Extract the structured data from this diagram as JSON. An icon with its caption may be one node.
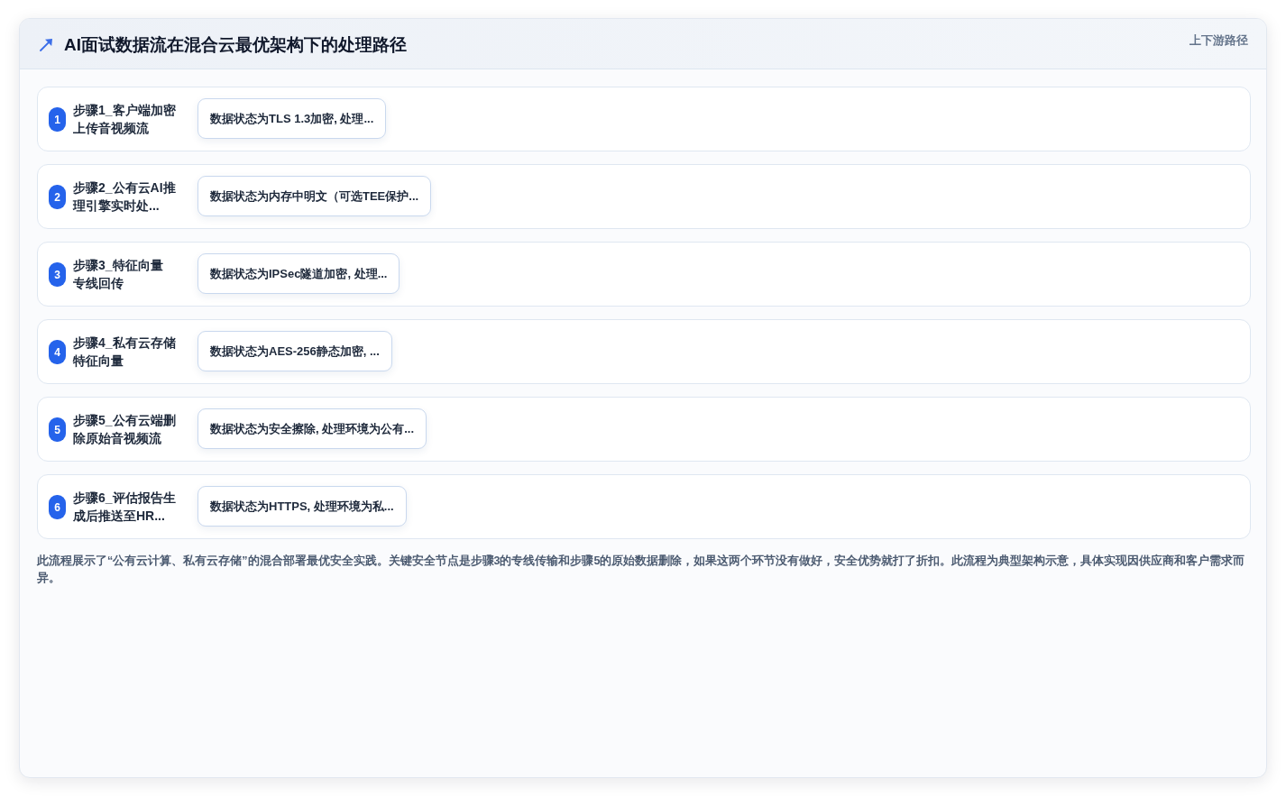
{
  "diagram": {
    "title": "AI面试数据流在混合云最优架构下的处理路径",
    "nodes": [
      {
        "text": [
          "步骤1_客户端加密上传音视频流"
        ]
      },
      {
        "text": [
          "1"
        ],
        "in": 0
      },
      {
        "text": [
          "数据状态为TLS 1.3加密, 处理..."
        ],
        "in": 0
      },
      {
        "text": [
          "步骤2_公有云AI推理引擎实时处..."
        ]
      },
      {
        "text": [
          "2"
        ],
        "in": 3
      },
      {
        "text": [
          "数据状态为内存中明文（可选TEE保护..."
        ],
        "in": 3
      },
      {
        "text": [
          "步骤3_特征向量专线回传"
        ]
      },
      {
        "text": [
          "3"
        ],
        "in": 6
      },
      {
        "text": [
          "数据状态为IPSec隧道加密, 处理..."
        ],
        "in": 6
      },
      {
        "text": [
          "步骤4_私有云存储特征向量"
        ]
      },
      {
        "text": [
          "4"
        ],
        "in": 9
      },
      {
        "text": [
          "数据状态为AES-256静态加密, ..."
        ],
        "in": 9
      },
      {
        "text": [
          "步骤5_公有云端删除原始音视频流"
        ]
      },
      {
        "text": [
          "5"
        ],
        "in": 12
      },
      {
        "text": [
          "数据状态为安全擦除, 处理环境为公有..."
        ],
        "in": 12
      },
      {
        "text": [
          "步骤6_评估报告生成后推送至HR..."
        ]
      },
      {
        "text": [
          "6"
        ],
        "in": 15
      },
      {
        "text": [
          "数据状态为HTTPS, 处理环境为私..."
        ],
        "in": 15
      }
    ],
    "labels": [
      "上下游路径"
    ],
    "caption": "此流程展示了“公有云计算、私有云存储”的混合部署最优安全实践。关键安全节点是步骤3的专线传输和步骤5的原始数据删除，如果这两个环节没有做好，安全优势就打了折扣。此流程为典型架构示意，具体实现因供应商和客户需求而异。"
  }
}
